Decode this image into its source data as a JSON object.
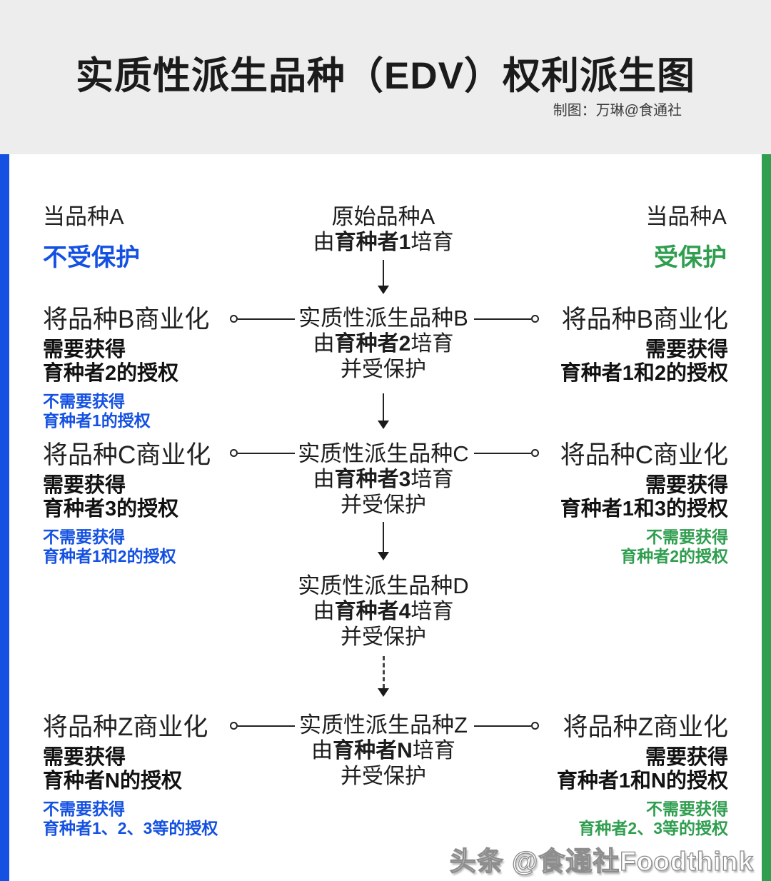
{
  "header": {
    "title": "实质性派生品种（EDV）权利派生图",
    "credit": "制图：万琳@食通社"
  },
  "colors": {
    "blue": "#1451e2",
    "green": "#2f9e4f",
    "header-bg": "#ededed"
  },
  "left_column": {
    "intro": {
      "condition": "当品种A",
      "status": "不受保护"
    },
    "blocks": [
      {
        "title": "将品种B商业化",
        "need1": "需要获得",
        "need2": "育种者2的授权",
        "skip1": "不需要获得",
        "skip2": "育种者1的授权"
      },
      {
        "title": "将品种C商业化",
        "need1": "需要获得",
        "need2": "育种者3的授权",
        "skip1": "不需要获得",
        "skip2": "育种者1和2的授权"
      },
      {
        "title": "将品种Z商业化",
        "need1": "需要获得",
        "need2": "育种者N的授权",
        "skip1": "不需要获得",
        "skip2": "育种者1、2、3等的授权"
      }
    ]
  },
  "right_column": {
    "intro": {
      "condition": "当品种A",
      "status": "受保护"
    },
    "blocks": [
      {
        "title": "将品种B商业化",
        "need1": "需要获得",
        "need2": "育种者1和2的授权"
      },
      {
        "title": "将品种C商业化",
        "need1": "需要获得",
        "need2": "育种者1和3的授权",
        "skip1": "不需要获得",
        "skip2": "育种者2的授权"
      },
      {
        "title": "将品种Z商业化",
        "need1": "需要获得",
        "need2": "育种者1和N的授权",
        "skip1": "不需要获得",
        "skip2": "育种者2、3等的授权"
      }
    ]
  },
  "flow": {
    "root": {
      "name": "原始品种A",
      "by_pre": "由",
      "breeder": "育种者1",
      "by_post": "培育"
    },
    "nodes": [
      {
        "name": "实质性派生品种B",
        "by_pre": "由",
        "breeder": "育种者2",
        "by_post": "培育",
        "protected": "并受保护"
      },
      {
        "name": "实质性派生品种C",
        "by_pre": "由",
        "breeder": "育种者3",
        "by_post": "培育",
        "protected": "并受保护"
      },
      {
        "name": "实质性派生品种D",
        "by_pre": "由",
        "breeder": "育种者4",
        "by_post": "培育",
        "protected": "并受保护"
      },
      {
        "name": "实质性派生品种Z",
        "by_pre": "由",
        "breeder": "育种者N",
        "by_post": "培育",
        "protected": "并受保护"
      }
    ]
  },
  "watermark": "头条 @食通社Foodthink"
}
